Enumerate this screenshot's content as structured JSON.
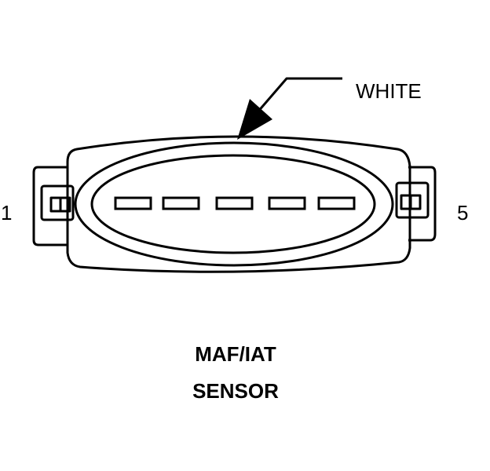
{
  "connector": {
    "wire_color_label": "WHITE",
    "pin_first_label": "1",
    "pin_last_label": "5",
    "terminal_count": 5
  },
  "caption": {
    "line1": "MAF/IAT",
    "line2": "SENSOR"
  }
}
